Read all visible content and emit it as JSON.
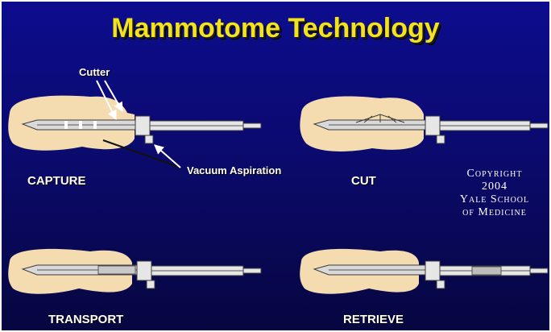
{
  "title": "Mammotome Technology",
  "labels": {
    "cutter": "Cutter",
    "vacuum": "Vacuum Aspiration",
    "capture": "CAPTURE",
    "cut": "CUT",
    "transport": "TRANSPORT",
    "retrieve": "RETRIEVE"
  },
  "copyright": [
    "Copyright",
    "2004",
    "Yale School",
    "of Medicine"
  ],
  "colors": {
    "background": "#0b0a6e",
    "title": "#f3e21d",
    "tissue": "#f4dcb0",
    "probe": "#e8e8e8"
  }
}
